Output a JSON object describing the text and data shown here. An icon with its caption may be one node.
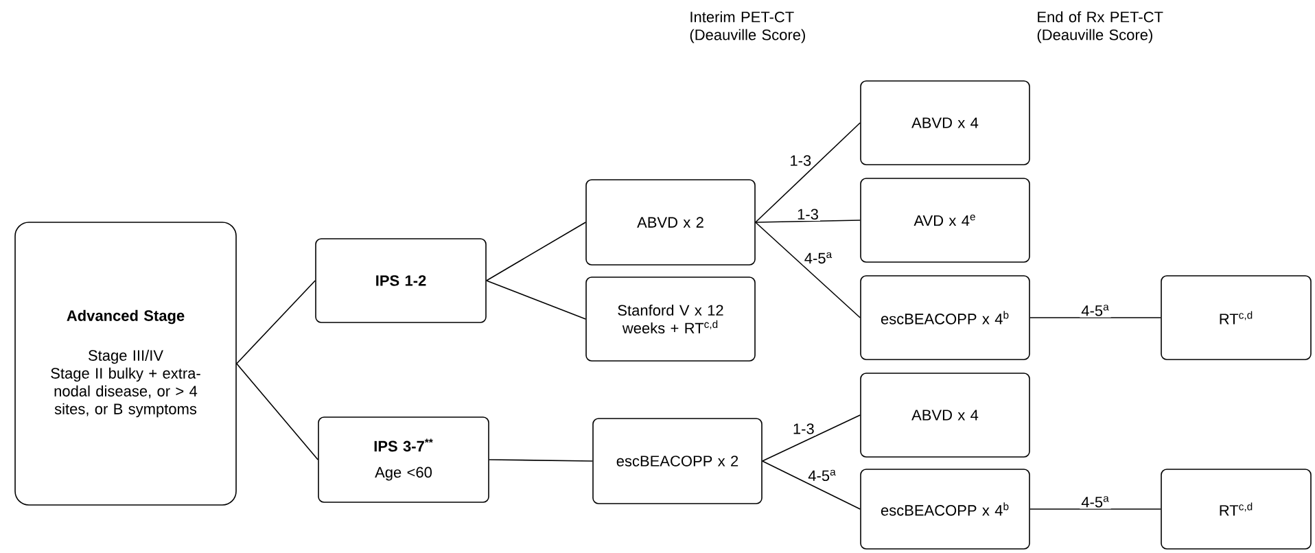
{
  "diagram": {
    "nodes": [
      {
        "text": [
          "Advanced Stage",
          "Stage III/IV",
          "Stage II bulky + extra-nodal disease, or > 4 sites, or B symptoms"
        ]
      },
      {
        "text": [
          "IPS 1-2"
        ]
      },
      {
        "text": [
          "IPS 3-7$^{**}$",
          "Age <60"
        ]
      },
      {
        "text": [
          "ABVD x 2"
        ]
      },
      {
        "text": [
          "Stanford V x 12 weeks + RT$^{c,d}$"
        ]
      },
      {
        "text": [
          "escBEACOPP x 2"
        ]
      },
      {
        "text": [
          "ABVD x 4"
        ]
      },
      {
        "text": [
          "AVD x 4$^{e}$"
        ]
      },
      {
        "text": [
          "escBEACOPP x 4$^{b}$"
        ]
      },
      {
        "text": [
          "ABVD x 4"
        ]
      },
      {
        "text": [
          "escBEACOPP x 4$^{b}$"
        ]
      },
      {
        "text": [
          "RT$^{c,d}$"
        ]
      },
      {
        "text": [
          "RT$^{c,d}$"
        ]
      }
    ],
    "edges": [
      {
        "from": 0,
        "to": 1,
        "arrow": "none"
      },
      {
        "from": 0,
        "to": 2,
        "arrow": "none"
      },
      {
        "from": 1,
        "to": 3,
        "arrow": "none"
      },
      {
        "from": 1,
        "to": 4,
        "arrow": "none"
      },
      {
        "from": 2,
        "to": 5,
        "arrow": "none"
      },
      {
        "from": 3,
        "to": 6,
        "arrow": "none",
        "label": "1-3"
      },
      {
        "from": 3,
        "to": 7,
        "arrow": "none",
        "label": "1-3"
      },
      {
        "from": 3,
        "to": 8,
        "arrow": "none",
        "label": "4-5$^{a}$"
      },
      {
        "from": 5,
        "to": 9,
        "arrow": "none",
        "label": "1-3"
      },
      {
        "from": 5,
        "to": 10,
        "arrow": "none",
        "label": "4-5$^{a}$"
      },
      {
        "from": 8,
        "to": 11,
        "arrow": "none",
        "label": "4-5$^{a}$"
      },
      {
        "from": 10,
        "to": 12,
        "arrow": "none",
        "label": "4-5$^{a}$"
      }
    ],
    "labels": [
      "Interim PET-CT (Deauville Score)",
      "End of Rx PET-CT (Deauville Score)"
    ]
  }
}
